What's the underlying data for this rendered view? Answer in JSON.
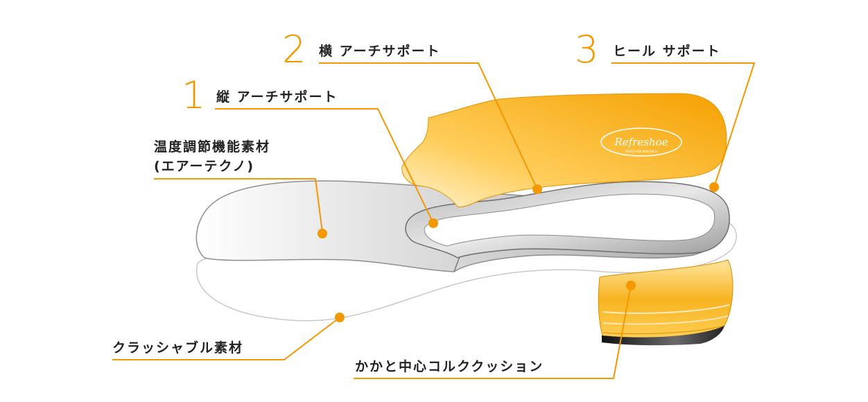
{
  "diagram": {
    "accent_color": "#f39800",
    "callouts": [
      {
        "number": "1",
        "label": "縦 アーチサポート"
      },
      {
        "number": "2",
        "label": "横 アーチサポート"
      },
      {
        "number": "3",
        "label": "ヒール サポート"
      }
    ],
    "labels": {
      "thermo_line1": "温度調節機能素材",
      "thermo_line2": "(エアーテクノ)",
      "crushable": "クラッシャブル素材",
      "heel_cork": "かかと中心コルククッション"
    },
    "brand": {
      "name": "Refreshoe",
      "subtitle": "SHOES FOR RESEARCH"
    }
  }
}
